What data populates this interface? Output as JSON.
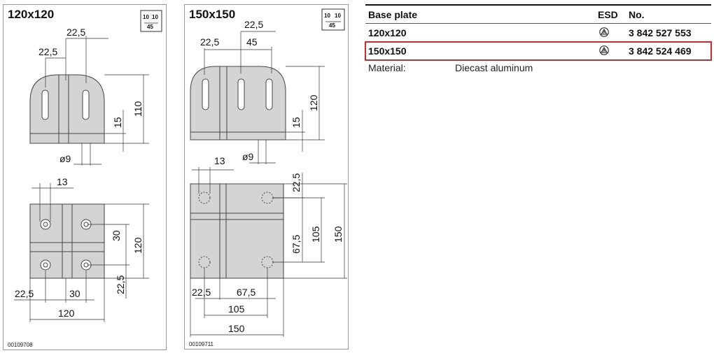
{
  "drawing_left": {
    "title": "120x120",
    "code": "00109708",
    "icon": {
      "top_left": "10",
      "top_right": "10",
      "bottom": "45"
    },
    "dims": {
      "d225": "22,5",
      "d225b": "22,5",
      "d110": "110",
      "d15": "15",
      "d9": "ø9",
      "d13": "13",
      "d30": "30",
      "d120v": "120",
      "d225v": "22,5",
      "d225h": "22,5",
      "d30h": "30",
      "d120h": "120"
    }
  },
  "drawing_right": {
    "title": "150x150",
    "code": "00109711",
    "icon": {
      "top_left": "10",
      "top_right": "10",
      "bottom": "45"
    },
    "dims": {
      "d225": "22,5",
      "d225b": "22,5",
      "d45": "45",
      "d120": "120",
      "d15": "15",
      "d9": "ø9",
      "d13": "13",
      "d225v": "22,5",
      "d675v": "67,5",
      "d105v": "105",
      "d150v": "150",
      "d225h": "22,5",
      "d675h": "67,5",
      "d105h": "105",
      "d150h": "150"
    }
  },
  "table": {
    "headers": {
      "name": "Base plate",
      "esd": "ESD",
      "no": "No."
    },
    "rows": [
      {
        "name": "120x120",
        "esd_icon": "esd-icon",
        "no": "3 842 527 553"
      },
      {
        "name": "150x150",
        "esd_icon": "esd-icon",
        "no": "3 842 524 469"
      }
    ],
    "material_label": "Material:",
    "material_value": "Diecast aluminum",
    "highlight_color": "#d9262a"
  }
}
